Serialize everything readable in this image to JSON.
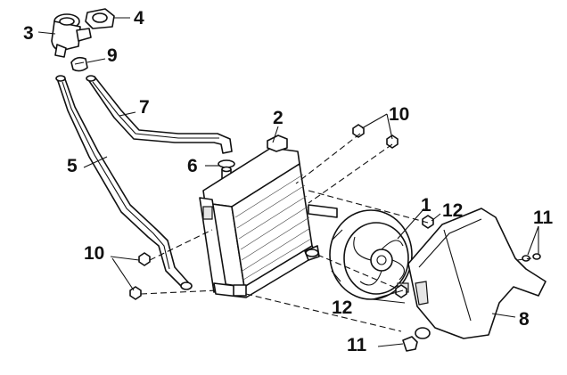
{
  "callouts": {
    "c1": "1",
    "c2": "2",
    "c3": "3",
    "c4": "4",
    "c5": "5",
    "c6": "6",
    "c7": "7",
    "c8": "8",
    "c9": "9",
    "c10a": "10",
    "c10b": "10",
    "c11a": "11",
    "c11b": "11",
    "c12a": "12",
    "c12b": "12"
  }
}
